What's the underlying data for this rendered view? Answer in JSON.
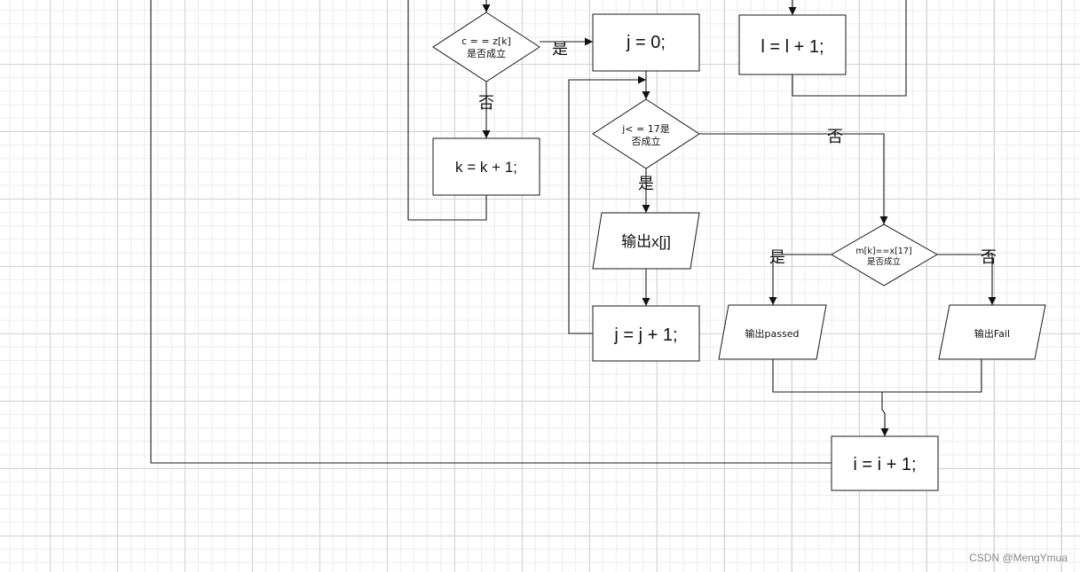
{
  "nodes": {
    "cond_cz": {
      "line1": "c = = z[k]",
      "line2": "是否成立"
    },
    "j_zero": "j = 0;",
    "l_inc": "l = l + 1;",
    "k_inc": "k = k + 1;",
    "cond_j17": {
      "line1": "j< = 17是",
      "line2": "否成立"
    },
    "out_xj": "输出x[j]",
    "j_inc": "j = j + 1;",
    "cond_mk": {
      "line1": "m[k]==x[17]",
      "line2": "是否成立"
    },
    "out_passed": "输出passed",
    "out_fail": "输出Fail",
    "i_inc": "i = i + 1;"
  },
  "labels": {
    "cz_yes": "是",
    "cz_no": "否",
    "j17_yes": "是",
    "j17_no": "否",
    "mk_yes": "是",
    "mk_no": "否"
  },
  "watermark": "CSDN @MengYmua"
}
